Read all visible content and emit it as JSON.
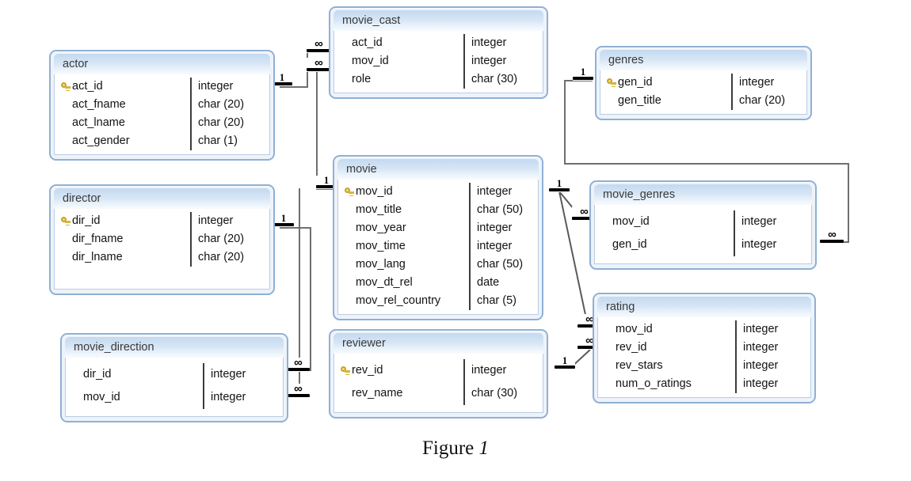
{
  "figure": {
    "caption_prefix": "Figure",
    "caption_number": "1"
  },
  "colors": {
    "entity_border": "#8fb0d4",
    "entity_fill": "#eef3fa",
    "header_gradient_top": "#c4d9ef",
    "body_background": "#ffffff",
    "connector": "#6f6f6f",
    "key_icon": "#d8b53c"
  },
  "cardinality_labels": {
    "one": "1",
    "many": "∞"
  },
  "entities": [
    {
      "id": "actor",
      "name": "actor",
      "fields": [
        {
          "name": "act_id",
          "type": "integer",
          "key": true
        },
        {
          "name": "act_fname",
          "type": "char (20)",
          "key": false
        },
        {
          "name": "act_lname",
          "type": "char (20)",
          "key": false
        },
        {
          "name": "act_gender",
          "type": "char (1)",
          "key": false
        }
      ]
    },
    {
      "id": "movie_cast",
      "name": "movie_cast",
      "fields": [
        {
          "name": "act_id",
          "type": "integer",
          "key": false
        },
        {
          "name": "mov_id",
          "type": "integer",
          "key": false
        },
        {
          "name": "role",
          "type": "char (30)",
          "key": false
        }
      ]
    },
    {
      "id": "genres",
      "name": "genres",
      "fields": [
        {
          "name": "gen_id",
          "type": "integer",
          "key": true
        },
        {
          "name": "gen_title",
          "type": "char (20)",
          "key": false
        }
      ]
    },
    {
      "id": "director",
      "name": "director",
      "fields": [
        {
          "name": "dir_id",
          "type": "integer",
          "key": true
        },
        {
          "name": "dir_fname",
          "type": "char (20)",
          "key": false
        },
        {
          "name": "dir_lname",
          "type": "char (20)",
          "key": false
        }
      ]
    },
    {
      "id": "movie",
      "name": "movie",
      "fields": [
        {
          "name": "mov_id",
          "type": "integer",
          "key": true
        },
        {
          "name": "mov_title",
          "type": "char (50)",
          "key": false
        },
        {
          "name": "mov_year",
          "type": "integer",
          "key": false
        },
        {
          "name": "mov_time",
          "type": "integer",
          "key": false
        },
        {
          "name": "mov_lang",
          "type": "char (50)",
          "key": false
        },
        {
          "name": "mov_dt_rel",
          "type": "date",
          "key": false
        },
        {
          "name": "mov_rel_country",
          "type": "char (5)",
          "key": false
        }
      ]
    },
    {
      "id": "movie_genres",
      "name": "movie_genres",
      "fields": [
        {
          "name": "mov_id",
          "type": "integer",
          "key": false
        },
        {
          "name": "gen_id",
          "type": "integer",
          "key": false
        }
      ]
    },
    {
      "id": "rating",
      "name": "rating",
      "fields": [
        {
          "name": "mov_id",
          "type": "integer",
          "key": false
        },
        {
          "name": "rev_id",
          "type": "integer",
          "key": false
        },
        {
          "name": "rev_stars",
          "type": "integer",
          "key": false
        },
        {
          "name": "num_o_ratings",
          "type": "integer",
          "key": false
        }
      ]
    },
    {
      "id": "movie_direction",
      "name": "movie_direction",
      "fields": [
        {
          "name": "dir_id",
          "type": "integer",
          "key": false
        },
        {
          "name": "mov_id",
          "type": "integer",
          "key": false
        }
      ]
    },
    {
      "id": "reviewer",
      "name": "reviewer",
      "fields": [
        {
          "name": "rev_id",
          "type": "integer",
          "key": true
        },
        {
          "name": "rev_name",
          "type": "char (30)",
          "key": false
        }
      ]
    }
  ],
  "relationships": [
    {
      "from": "actor",
      "from_card": "1",
      "to": "movie_cast",
      "to_card": "∞"
    },
    {
      "from": "movie",
      "from_card": "1",
      "to": "movie_cast",
      "to_card": "∞"
    },
    {
      "from": "genres",
      "from_card": "1",
      "to": "movie_genres",
      "to_card": "∞"
    },
    {
      "from": "movie",
      "from_card": "1",
      "to": "movie_genres",
      "to_card": "∞"
    },
    {
      "from": "movie",
      "from_card": "1",
      "to": "rating",
      "to_card": "∞"
    },
    {
      "from": "reviewer",
      "from_card": "1",
      "to": "rating",
      "to_card": "∞"
    },
    {
      "from": "director",
      "from_card": "1",
      "to": "movie_direction",
      "to_card": "∞"
    },
    {
      "from": "movie",
      "from_card": "1",
      "to": "movie_direction",
      "to_card": "∞"
    }
  ]
}
